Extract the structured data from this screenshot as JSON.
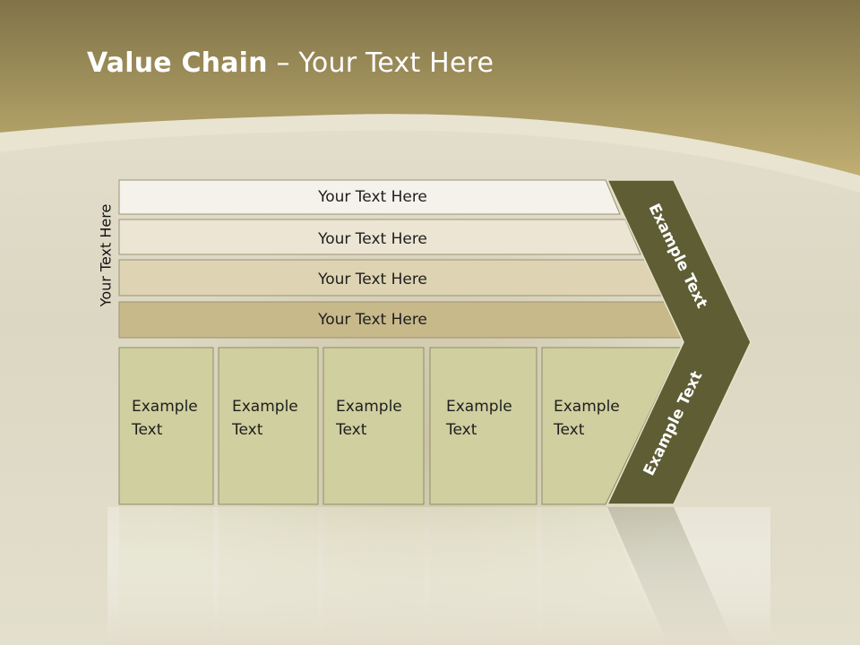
{
  "slide": {
    "title_bold": "Value Chain",
    "title_rest": " – Your Text Here",
    "side_label": "Your Text Here"
  },
  "bands": [
    {
      "label": "Your Text Here"
    },
    {
      "label": "Your Text Here"
    },
    {
      "label": "Your Text Here"
    },
    {
      "label": "Your Text Here"
    }
  ],
  "columns": [
    {
      "line1": "Example",
      "line2": "Text"
    },
    {
      "line1": "Example",
      "line2": "Text"
    },
    {
      "line1": "Example",
      "line2": "Text"
    },
    {
      "line1": "Example",
      "line2": "Text"
    },
    {
      "line1": "Example",
      "line2": "Text"
    }
  ],
  "chevron": {
    "upper_label": "Example Text",
    "lower_label": "Example Text"
  },
  "colors": {
    "header_gold": "#b9a86a",
    "chevron_olive": "#5e5d34",
    "column_fill": "#cfcf9f",
    "band_1": "#f5f2eb",
    "band_2": "#ece5d3",
    "band_3": "#ded3b2",
    "band_4": "#c8b98a"
  }
}
